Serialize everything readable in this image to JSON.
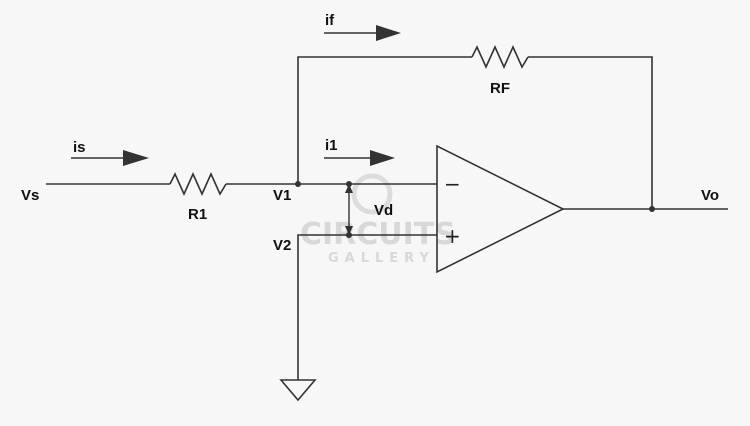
{
  "labels": {
    "source_voltage": "Vs",
    "input_current": "is",
    "input_resistor": "R1",
    "node_v1": "V1",
    "node_v2": "V2",
    "feedback_current": "if",
    "feedback_resistor": "RF",
    "op_amp_current": "i1",
    "differential_voltage": "Vd",
    "output_voltage": "Vo",
    "inverting_sign": "−",
    "non_inverting_sign": "+"
  },
  "watermark": {
    "line1": "CIRCUITS",
    "line2": "GALLERY"
  },
  "icons": {
    "ground": "ground-icon",
    "resistor": "resistor-icon",
    "op_amp": "op-amp-icon",
    "arrow": "arrow-right-icon"
  },
  "colors": {
    "background": "#f7f7f7",
    "wire": "#333333",
    "text": "#111111",
    "watermark": "#d8d8d8"
  }
}
